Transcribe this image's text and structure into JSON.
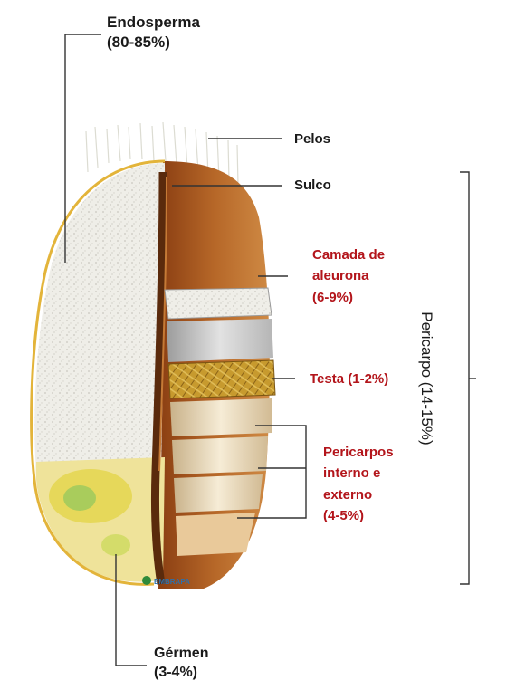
{
  "labels": {
    "endosperma": {
      "line1": "Endosperma",
      "line2": "(80-85%)"
    },
    "pelos": "Pelos",
    "sulco": "Sulco",
    "aleurona": {
      "line1": "Camada de",
      "line2": "aleurona",
      "line3": "(6-9%)"
    },
    "testa": "Testa (1-2%)",
    "pericarpos": {
      "line1": "Pericarpos",
      "line2": "interno e",
      "line3": "externo",
      "line4": "(4-5%)"
    },
    "germen": {
      "line1": "Gérmen",
      "line2": "(3-4%)"
    },
    "pericarpo": "Pericarpo (14-15%)"
  },
  "logo": {
    "text": "EMBRAPA"
  },
  "colors": {
    "label_red": "#b3151b",
    "label_black": "#1a1a1a",
    "bran_brown": "#a8541d",
    "endosperm_white": "#efeee8",
    "germ_yellow": "#f1e56a",
    "outline_gold": "#e3b43a"
  }
}
